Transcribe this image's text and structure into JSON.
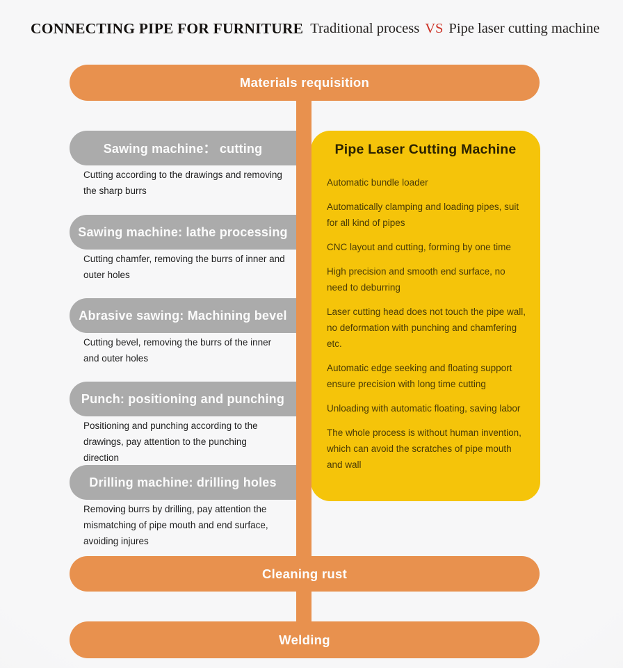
{
  "header": {
    "title_bold": "CONNECTING PIPE FOR FURNITURE",
    "subtitle_left": "Traditional process",
    "vs": "VS",
    "subtitle_right": "Pipe laser cutting machine"
  },
  "flow": {
    "top_banner": "Materials requisition",
    "bottom_banners": [
      "Cleaning rust",
      "Welding"
    ]
  },
  "traditional": {
    "steps": [
      {
        "title": "Sawing machine：  cutting",
        "desc": "Cutting according to the drawings and removing\nthe sharp burrs"
      },
      {
        "title": "Sawing machine: lathe processing",
        "desc": "Cutting chamfer, removing the burrs of inner and\nouter holes"
      },
      {
        "title": "Abrasive sawing: Machining bevel",
        "desc": "Cutting bevel, removing the burrs of the inner\nand outer holes"
      },
      {
        "title": "Punch: positioning and punching",
        "desc": "Positioning and punching according to the\ndrawings, pay attention to the punching\ndirection"
      },
      {
        "title": "Drilling machine: drilling holes",
        "desc": "Removing burrs by drilling, pay attention the\nmismatching of pipe mouth and end surface,\navoiding injures"
      }
    ]
  },
  "laser": {
    "title": "Pipe Laser Cutting Machine",
    "features": [
      "Automatic bundle loader",
      "Automatically clamping and loading pipes, suit\nfor all kind of pipes",
      "CNC layout and cutting, forming by one time",
      "High precision and smooth end surface, no\nneed to deburring",
      "Laser cutting head does not touch the pipe wall,\nno deformation with punching and chamfering\netc.",
      "Automatic edge seeking and floating support\nensure precision with long time cutting",
      "Unloading with automatic floating, saving labor",
      "The whole process is without human invention,\nwhich can avoid the scratches of pipe mouth\nand wall"
    ]
  },
  "colors": {
    "banner_orange": "#E8914E",
    "step_gray": "#ABABAB",
    "laser_yellow": "#F5C40A",
    "vs_red": "#CD3226",
    "background": "#F4F4F5"
  }
}
